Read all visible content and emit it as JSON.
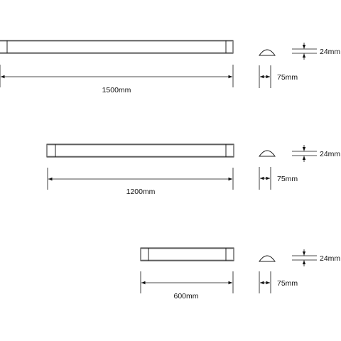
{
  "fixtures": [
    {
      "length_label": "1500mm",
      "width_label": "75mm",
      "height_label": "24mm"
    },
    {
      "length_label": "1200mm",
      "width_label": "75mm",
      "height_label": "24mm"
    },
    {
      "length_label": "600mm",
      "width_label": "75mm",
      "height_label": "24mm"
    }
  ]
}
